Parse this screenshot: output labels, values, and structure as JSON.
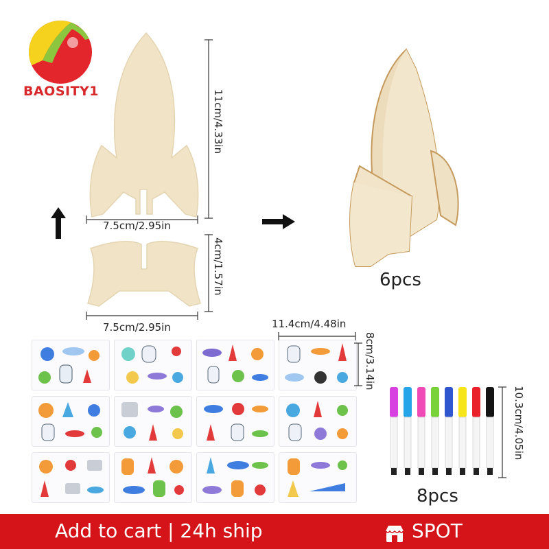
{
  "brand": {
    "name": "BAOSITY1"
  },
  "dimensions": {
    "body_height": "11cm/4.33in",
    "body_width": "7.5cm/2.95in",
    "base_height": "4cm/1.57in",
    "base_width": "7.5cm/2.95in",
    "sticker_width": "11.4cm/4.48in",
    "sticker_height": "8cm/3.14in",
    "marker_height": "10.3cm/4.05in"
  },
  "counts": {
    "rockets": "6pcs",
    "markers": "8pcs"
  },
  "bottom_bar": {
    "cart_text": "Add to cart  |  24h ship",
    "spot_text": "SPOT"
  },
  "colors": {
    "accent": "#d41419",
    "wood": "#f0e3c6",
    "brand_red": "#d8282c"
  },
  "icons": {
    "logo": "logo-ball-icon",
    "shop": "shop-icon",
    "arrow_up": "arrow-up-icon",
    "arrow_right": "arrow-right-icon"
  },
  "marker_colors": [
    "#d641e0",
    "#26a6e8",
    "#f04ab6",
    "#79d23a",
    "#3056cf",
    "#f6e51b",
    "#e8212a",
    "#151515"
  ]
}
